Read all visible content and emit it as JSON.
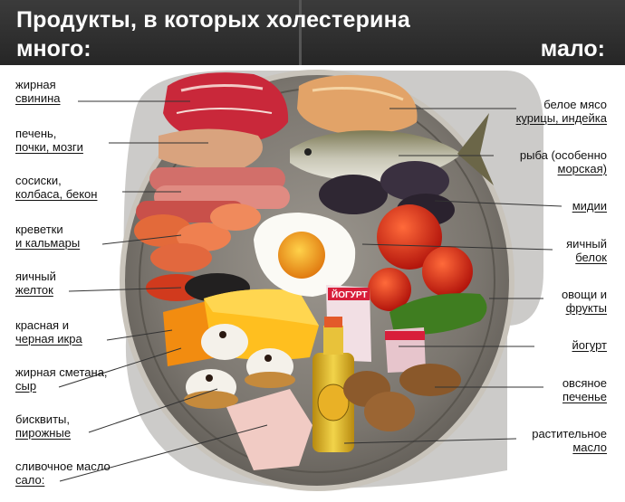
{
  "title": "Продукты, в которых холестерина",
  "columns": {
    "left": "много:",
    "right": "мало:"
  },
  "left_items": [
    {
      "line1": "жирная",
      "line2": "свинина"
    },
    {
      "line1": "печень,",
      "line2": "почки, мозги"
    },
    {
      "line1": "сосиски,",
      "line2": "колбаса, бекон"
    },
    {
      "line1": "креветки",
      "line2": "и кальмары"
    },
    {
      "line1": "яичный",
      "line2": "желток"
    },
    {
      "line1": "красная и",
      "line2": "черная икра"
    },
    {
      "line1": "жирная сметана,",
      "line2": "сыр"
    },
    {
      "line1": "бисквиты,",
      "line2": "пирожные"
    },
    {
      "line1": "сливочное масло",
      "line2": "сало:"
    }
  ],
  "right_items": [
    {
      "line1": "белое мясо",
      "line2": "курицы, индейка"
    },
    {
      "line1": "рыба (особенно",
      "line2": "морская)"
    },
    {
      "line1": "мидии",
      "line2": ""
    },
    {
      "line1": "яичный",
      "line2": "белок"
    },
    {
      "line1": "овощи и",
      "line2": "фрукты"
    },
    {
      "line1": "йогурт",
      "line2": ""
    },
    {
      "line1": "овсяное",
      "line2": "печенье"
    },
    {
      "line1": "растительное",
      "line2": "масло"
    }
  ],
  "package_label": "ЙОГУРТ",
  "colors": {
    "header": "#2e2e2e",
    "plate": "#7d7870",
    "plate_rim": "#a9a39a",
    "text": "#111111"
  }
}
